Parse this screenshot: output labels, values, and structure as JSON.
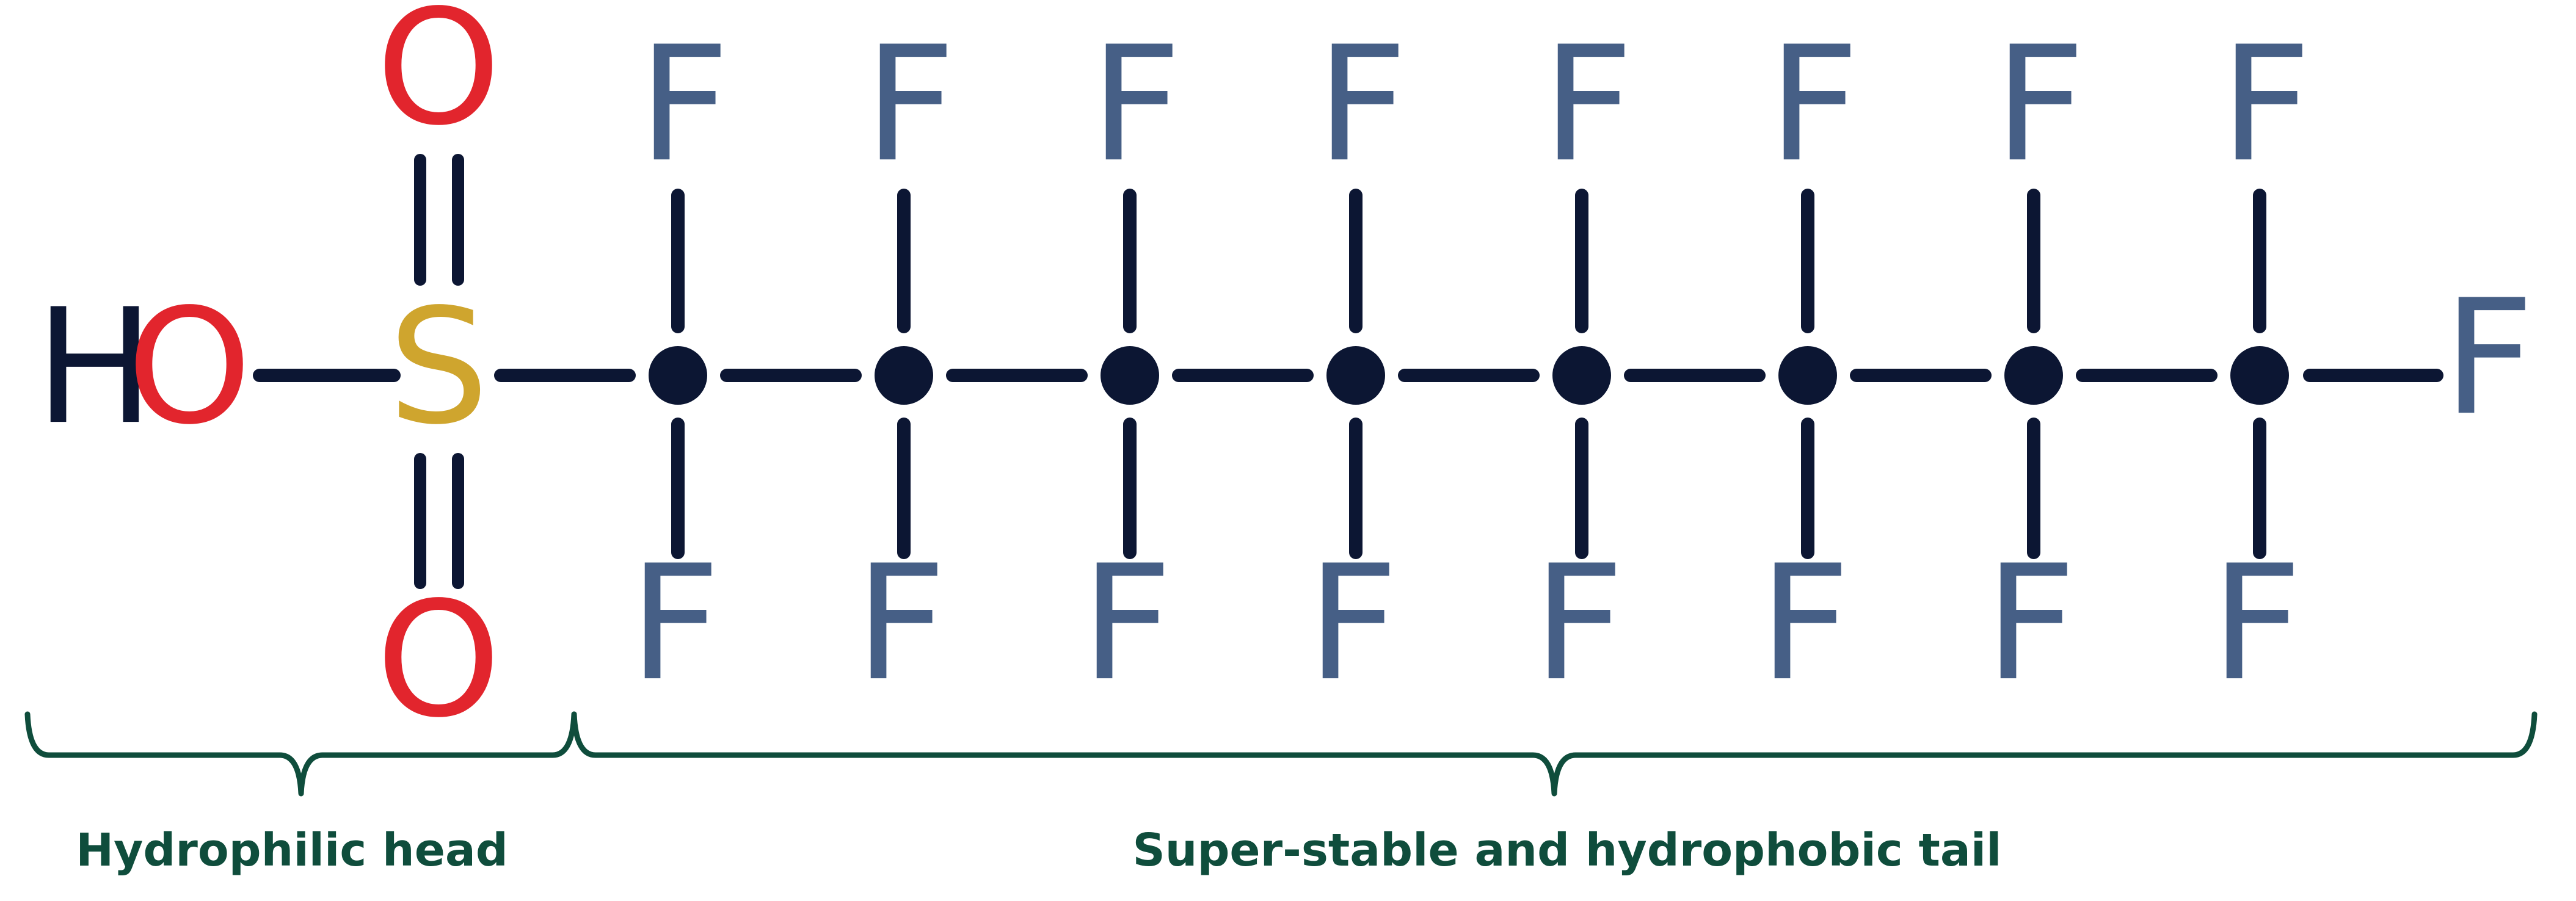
{
  "atoms": {
    "hydroxyl_h": "H",
    "hydroxyl_o": "O",
    "sulfur": "S",
    "oxygen_top": "O",
    "oxygen_bottom": "O",
    "fluorine": "F"
  },
  "carbon_count": 8,
  "labels": {
    "head": "Hydrophilic head",
    "tail": "Super-stable and hydrophobic tail"
  },
  "colors": {
    "bond": "#0c1633",
    "carbon": "#0c1633",
    "hydrogen": "#0c1633",
    "oxygen": "#e2252d",
    "sulfur": "#cfa52e",
    "fluorine": "#465f86",
    "bracket": "#0f4d3c",
    "label": "#0f4d3c"
  }
}
